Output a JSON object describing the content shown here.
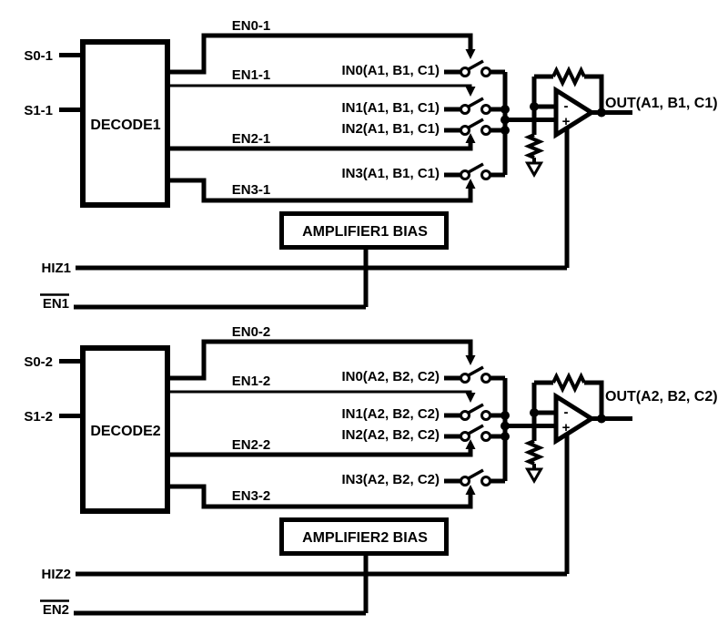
{
  "background_color": "#ffffff",
  "line_color": "#000000",
  "circuits": [
    {
      "select_inputs": [
        "S0-1",
        "S1-1"
      ],
      "decoder_label": "DECODE1",
      "enable_lines": [
        "EN0-1",
        "EN1-1",
        "EN2-1",
        "EN3-1"
      ],
      "input_lines": [
        "IN0(A1, B1, C1)",
        "IN1(A1, B1, C1)",
        "IN2(A1, B1, C1)",
        "IN3(A1, B1, C1)"
      ],
      "output_label": "OUT(A1, B1, C1)",
      "bias_label": "AMPLIFIER1 BIAS",
      "hiz_label": "HIZ1",
      "enable_bar_label": "EN1",
      "opamp_minus": "-",
      "opamp_plus": "+"
    },
    {
      "select_inputs": [
        "S0-2",
        "S1-2"
      ],
      "decoder_label": "DECODE2",
      "enable_lines": [
        "EN0-2",
        "EN1-2",
        "EN2-2",
        "EN3-2"
      ],
      "input_lines": [
        "IN0(A2, B2, C2)",
        "IN1(A2, B2, C2)",
        "IN2(A2, B2, C2)",
        "IN3(A2, B2, C2)"
      ],
      "output_label": "OUT(A2, B2, C2)",
      "bias_label": "AMPLIFIER2 BIAS",
      "hiz_label": "HIZ2",
      "enable_bar_label": "EN2",
      "opamp_minus": "-",
      "opamp_plus": "+"
    }
  ]
}
